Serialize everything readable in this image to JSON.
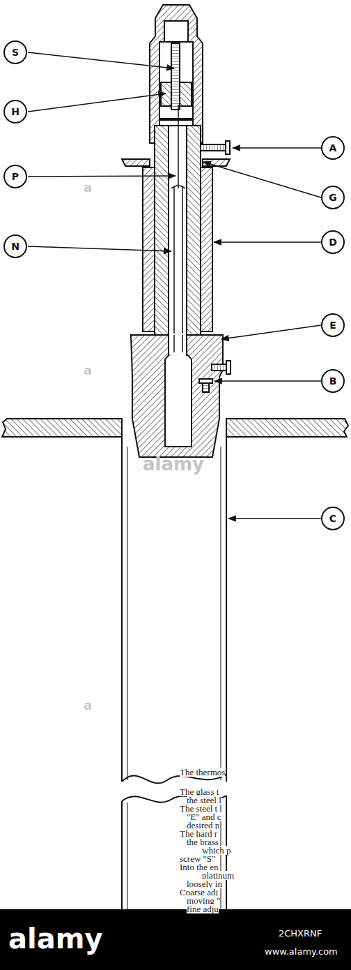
{
  "diagram": {
    "nodes": [
      {
        "text": [
          "S"
        ]
      },
      {
        "text": [
          "H"
        ]
      },
      {
        "text": [
          "A"
        ]
      },
      {
        "text": [
          "G"
        ]
      },
      {
        "text": [
          "P"
        ]
      },
      {
        "text": [
          "D"
        ]
      },
      {
        "text": [
          "N"
        ]
      },
      {
        "text": [
          "E"
        ]
      },
      {
        "text": [
          "B"
        ]
      },
      {
        "text": [
          "C"
        ]
      }
    ],
    "labels": [
      "The thermos",
      "The glass t",
      "the steel l",
      "The steel t",
      "\"E\" and c",
      "desired p",
      "The hard r",
      "the brass",
      "which p",
      "screw \"S\"",
      "Into the en",
      "platinum",
      "loosely in",
      "Coarse adj",
      "moving \"",
      "fine adju",
      "alamy",
      "a",
      "a",
      "a",
      "alamy",
      "2CHXRNF",
      "www.alamy.com"
    ]
  }
}
